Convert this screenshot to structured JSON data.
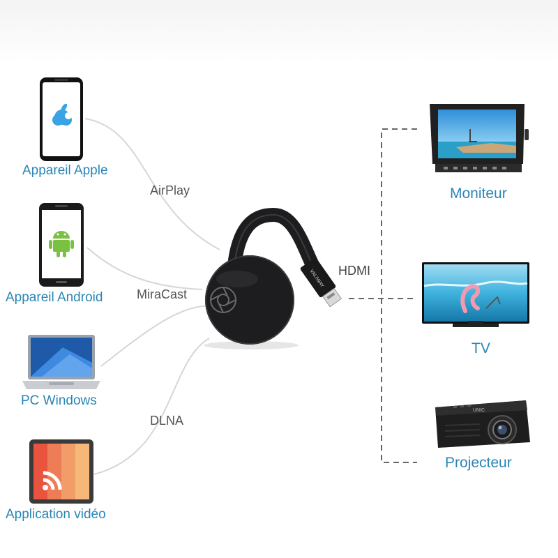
{
  "sources": [
    {
      "label": "Appareil Apple",
      "icon": "apple-phone-icon"
    },
    {
      "label": "Appareil Android",
      "icon": "android-phone-icon"
    },
    {
      "label": "PC Windows",
      "icon": "laptop-icon"
    },
    {
      "label": "Application vidéo",
      "icon": "video-app-icon"
    }
  ],
  "protocols": [
    "AirPlay",
    "MiraCast",
    "DLNA"
  ],
  "connection": {
    "label": "HDMI",
    "cable_text": "VALIWAY"
  },
  "outputs": [
    {
      "label": "Moniteur",
      "icon": "monitor-icon"
    },
    {
      "label": "TV",
      "icon": "tv-icon"
    },
    {
      "label": "Projecteur",
      "icon": "projector-icon",
      "brand_text": "UNIC"
    }
  ],
  "colors": {
    "label_accent": "#2a86b5",
    "dongle": "#1d1d1f"
  }
}
